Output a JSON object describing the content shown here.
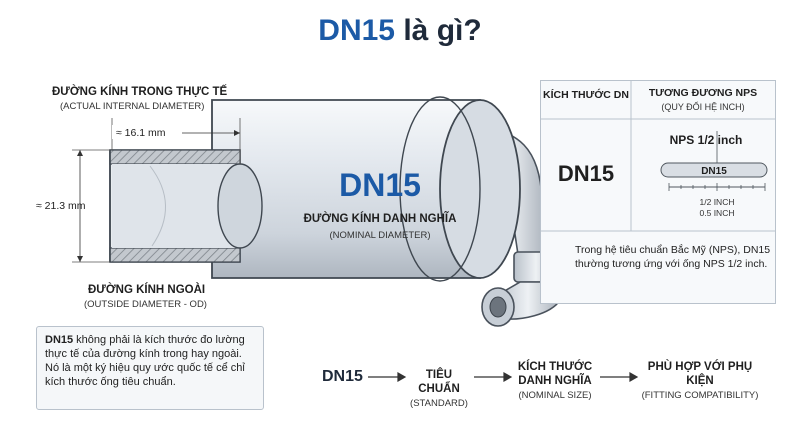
{
  "title": {
    "code": "DN15",
    "question": "là gì?"
  },
  "inner_diameter": {
    "label": "ĐƯỜNG KÍNH TRONG THỰC TẾ",
    "sublabel": "(ACTUAL INTERNAL DIAMETER)",
    "value": "≈ 16.1 mm"
  },
  "outer_diameter": {
    "label": "ĐƯỜNG KÍNH NGOÀI",
    "sublabel": "(OUTSIDE DIAMETER - OD)",
    "value": "≈ 21.3 mm"
  },
  "pipe": {
    "code": "DN15",
    "label": "ĐƯỜNG KÍNH DANH NGHĨA",
    "sublabel": "(NOMINAL DIAMETER)"
  },
  "side_table": {
    "col1_header": "KÍCH THƯỚC DN",
    "col2_header": "TƯƠNG ĐƯƠNG NPS",
    "col2_sub": "(QUY ĐỔI HỆ INCH)",
    "dn_value": "DN15",
    "nps_title": "NPS 1/2 inch",
    "pipe_label": "DN15",
    "inch_label": "1/2 INCH",
    "inch_value": "0.5 INCH",
    "note": "Trong hệ tiêu chuẩn Bắc Mỹ (NPS), DN15 thường tương ứng với ống NPS 1/2 inch."
  },
  "note_box": {
    "bold": "DN15",
    "text": " không phải là kích thước đo lường thực tế của đường kính trong hay ngoài. Nó là một ký hiệu quy ước quốc tế cể chỉ kích thước ống tiêu chuẩn."
  },
  "flow": {
    "start": "DN15",
    "steps": [
      {
        "main": "TIÊU CHUẨN",
        "sub": "(STANDARD)"
      },
      {
        "main": "KÍCH THƯỚC DANH NGHĨA",
        "sub": "(NOMINAL SIZE)"
      },
      {
        "main": "PHÙ HỢP VỚI PHỤ KIỆN",
        "sub": "(FITTING COMPATIBILITY)"
      }
    ]
  },
  "colors": {
    "accent_blue": "#1c5aa6",
    "title_dark": "#1f2a3a",
    "pipe_fill": "#e6ebf1",
    "hatch": "#8a8f96"
  }
}
